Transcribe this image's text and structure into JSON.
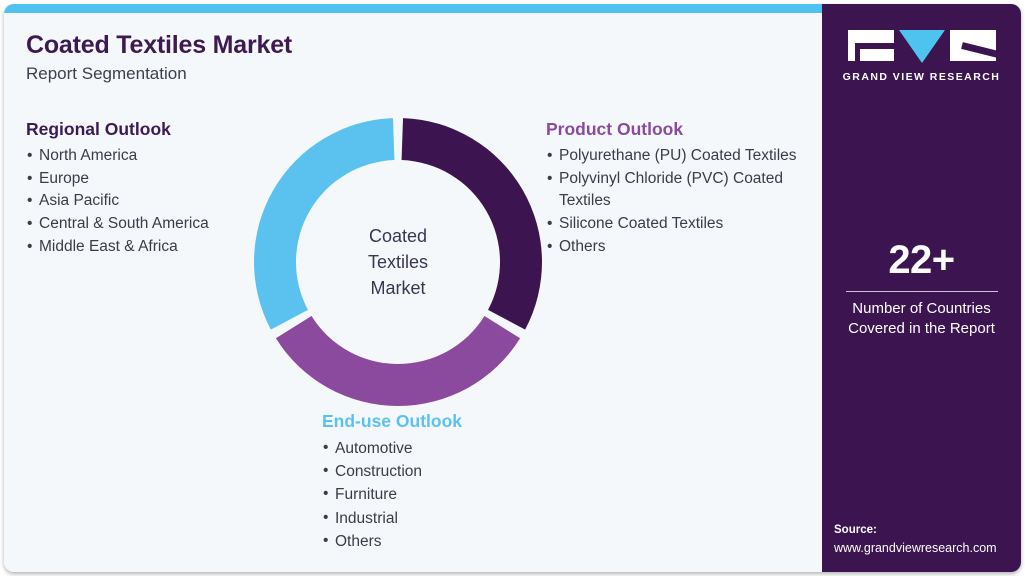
{
  "header": {
    "title": "Coated Textiles Market",
    "subtitle": "Report Segmentation"
  },
  "colors": {
    "accent_cyan": "#4fc3ef",
    "deep_purple": "#3c1450",
    "mid_purple": "#8b4a9e",
    "light_blue": "#5bc2ef",
    "panel_bg": "#f4f8fb",
    "body_text": "#3a3c46"
  },
  "donut": {
    "center_lines": [
      "Coated",
      "Textiles",
      "Market"
    ]
  },
  "chart_data": {
    "type": "pie",
    "title": "Coated Textiles Market",
    "subtitle": "Report Segmentation",
    "categories": [
      "Regional Outlook",
      "Product Outlook",
      "End-use Outlook"
    ],
    "values": [
      33.33,
      33.33,
      33.33
    ],
    "colors": [
      "#3c1450",
      "#8b4a9e",
      "#5bc2ef"
    ],
    "donut": true,
    "center_label": "Coated Textiles Market",
    "legend_position": "around",
    "grid": false
  },
  "regional_outlook": {
    "title": "Regional Outlook",
    "bullet": "•",
    "items": [
      "North America",
      "Europe",
      "Asia Pacific",
      "Central & South America",
      "Middle East & Africa"
    ]
  },
  "product_outlook": {
    "title": "Product Outlook",
    "bullet": "•",
    "items": [
      "Polyurethane (PU) Coated Textiles",
      "Polyvinyl Chloride (PVC) Coated Textiles",
      "Silicone Coated Textiles",
      "Others"
    ]
  },
  "enduse_outlook": {
    "title": "End-use Outlook",
    "bullet": "•",
    "items": [
      "Automotive",
      "Construction",
      "Furniture",
      "Industrial",
      "Others"
    ]
  },
  "side_panel": {
    "logo_wordmark": "GRAND VIEW RESEARCH",
    "stat_value": "22+",
    "stat_label_line1": "Number of Countries",
    "stat_label_line2": "Covered in the Report",
    "source_heading": "Source:",
    "source_url": "www.grandviewresearch.com"
  }
}
